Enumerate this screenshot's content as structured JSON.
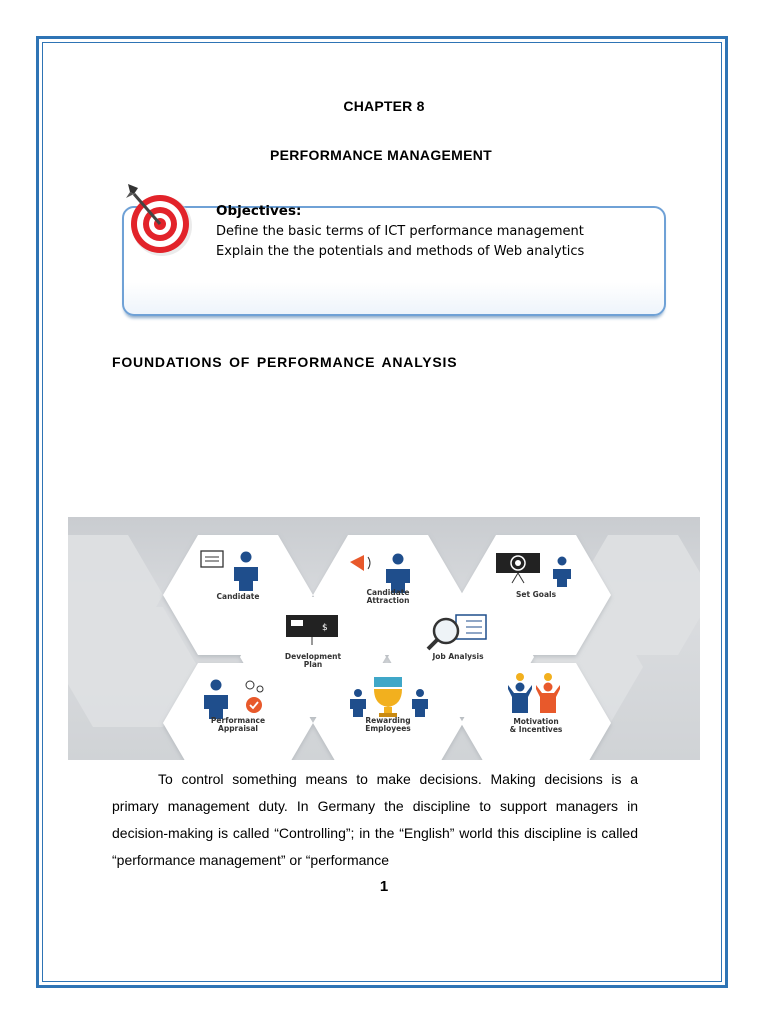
{
  "header": {
    "chapter": "CHAPTER 8",
    "title": "PERFORMANCE MANAGEMENT"
  },
  "objectives": {
    "heading": "Objectives:",
    "items": [
      "Define the basic terms of ICT performance management",
      "Explain the the potentials and methods of Web analytics"
    ]
  },
  "section": {
    "heading": "FOUNDATIONS  OF  PERFORMANCE  ANALYSIS"
  },
  "infographic": {
    "labels": {
      "candidate": "Candidate",
      "candidate_attraction_1": "Candidate",
      "candidate_attraction_2": "Attraction",
      "set_goals": "Set Goals",
      "development_plan_1": "Development",
      "development_plan_2": "Plan",
      "job_analysis": "Job Analysis",
      "performance_appraisal_1": "Performance",
      "performance_appraisal_2": "Appraisal",
      "rewarding_employees_1": "Rewarding",
      "rewarding_employees_2": "Employees",
      "motivation_1": "Motivation",
      "motivation_2": "& Incentives"
    },
    "colors": {
      "person": "#1f4e8c",
      "accent": "#e8592b",
      "gold": "#f2b01e",
      "hex_fill": "#ffffff",
      "hex_bg": "#e2e4e6"
    }
  },
  "body": {
    "paragraph": "To control something means to make decisions. Making decisions is a primary management duty. In Germany the discipline to support managers in decision-making is called “Controlling”; in the “English” world this discipline is called “performance management” or “performance"
  },
  "footer": {
    "page_number": "1"
  }
}
